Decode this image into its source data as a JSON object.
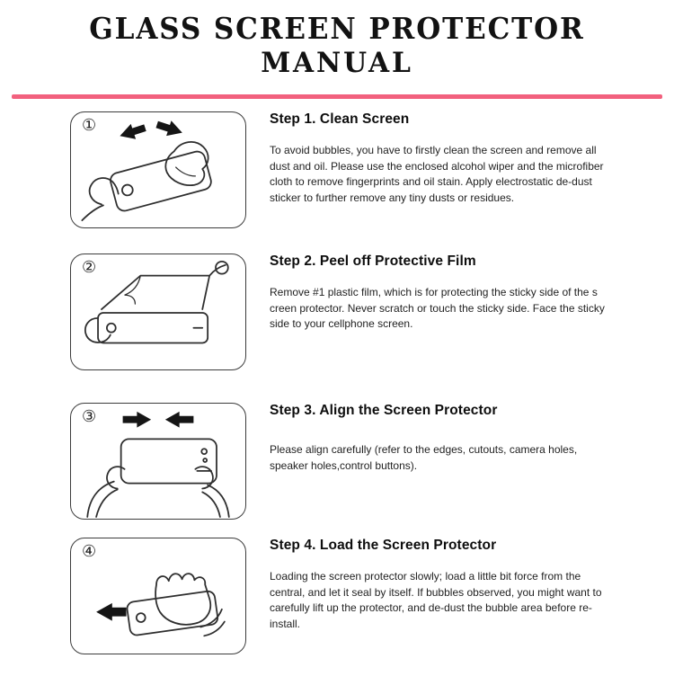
{
  "title": {
    "line1": "GLASS SCREEN PROTECTOR",
    "line2": "MANUAL"
  },
  "colors": {
    "divider": "#f2617e"
  },
  "steps": [
    {
      "number": "①",
      "heading": "Step 1. Clean Screen",
      "body": "To avoid bubbles, you have to firstly clean the screen and remove all dust and oil. Please use the enclosed alcohol wiper and the microfiber cloth to remove fingerprints and oil stain. Apply electrostatic de-dust sticker to further remove any tiny dusts or residues."
    },
    {
      "number": "②",
      "heading": "Step 2. Peel off Protective Film",
      "body": "Remove #1 plastic film, which is for protecting the sticky side of the s creen protector. Never scratch or touch the sticky side. Face the sticky side to your cellphone screen."
    },
    {
      "number": "③",
      "heading": "Step 3. Align the Screen Protector",
      "body": "Please align carefully (refer to the edges, cutouts, camera holes, speaker holes,control buttons)."
    },
    {
      "number": "④",
      "heading": "Step 4. Load the Screen Protector",
      "body": "Loading the screen protector slowly; load a little bit force from the central, and let it seal by itself. If bubbles observed, you might want to carefully lift up the protector, and de-dust the bubble area before re-install."
    }
  ]
}
